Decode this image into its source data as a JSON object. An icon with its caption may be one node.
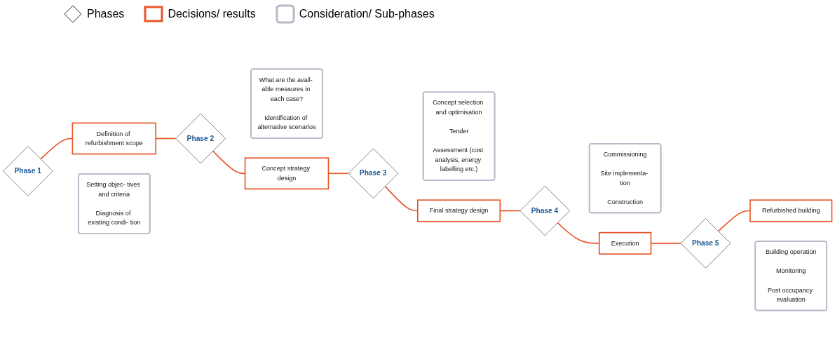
{
  "diagram": {
    "nodes": [
      {
        "text": [
          "Phase 1"
        ]
      },
      {
        "text": [
          "Definition of refurbishment scope"
        ]
      },
      {
        "text": [
          "Setting objec- tives and criteria",
          "Diagnosis of existing condi- tion"
        ]
      },
      {
        "text": [
          "Phase 2"
        ]
      },
      {
        "text": [
          "What are the avail- able measures in each case?",
          "Identification of alternative scenarios"
        ]
      },
      {
        "text": [
          "Concept strategy design"
        ]
      },
      {
        "text": [
          "Phase 3"
        ]
      },
      {
        "text": [
          "Concept selection and optimisation",
          "Tender",
          "Assessment (cost analysis, energy labelling etc.)"
        ]
      },
      {
        "text": [
          "Final strategy design"
        ]
      },
      {
        "text": [
          "Phase 4"
        ]
      },
      {
        "text": [
          "Commissioning",
          "Site implementa- tion",
          "Construction"
        ]
      },
      {
        "text": [
          "Execution"
        ]
      },
      {
        "text": [
          "Phase 5"
        ]
      },
      {
        "text": [
          "Building operation",
          "Monitoring",
          "Post occupancy evaluation"
        ]
      },
      {
        "text": [
          "Refurbished building"
        ]
      }
    ],
    "edges": [
      {
        "from": 0,
        "to": 1,
        "arrow": "none"
      },
      {
        "from": 1,
        "to": 3,
        "arrow": "none"
      },
      {
        "from": 3,
        "to": 5,
        "arrow": "none"
      },
      {
        "from": 5,
        "to": 6,
        "arrow": "none"
      },
      {
        "from": 6,
        "to": 8,
        "arrow": "none"
      },
      {
        "from": 8,
        "to": 9,
        "arrow": "none"
      },
      {
        "from": 9,
        "to": 11,
        "arrow": "none"
      },
      {
        "from": 11,
        "to": 12,
        "arrow": "none"
      },
      {
        "from": 12,
        "to": 14,
        "arrow": "none"
      }
    ],
    "legend": [
      {
        "text": "Phases"
      },
      {
        "text": "Decisions/ results"
      },
      {
        "text": "Consideration/ Sub-phases"
      }
    ]
  }
}
